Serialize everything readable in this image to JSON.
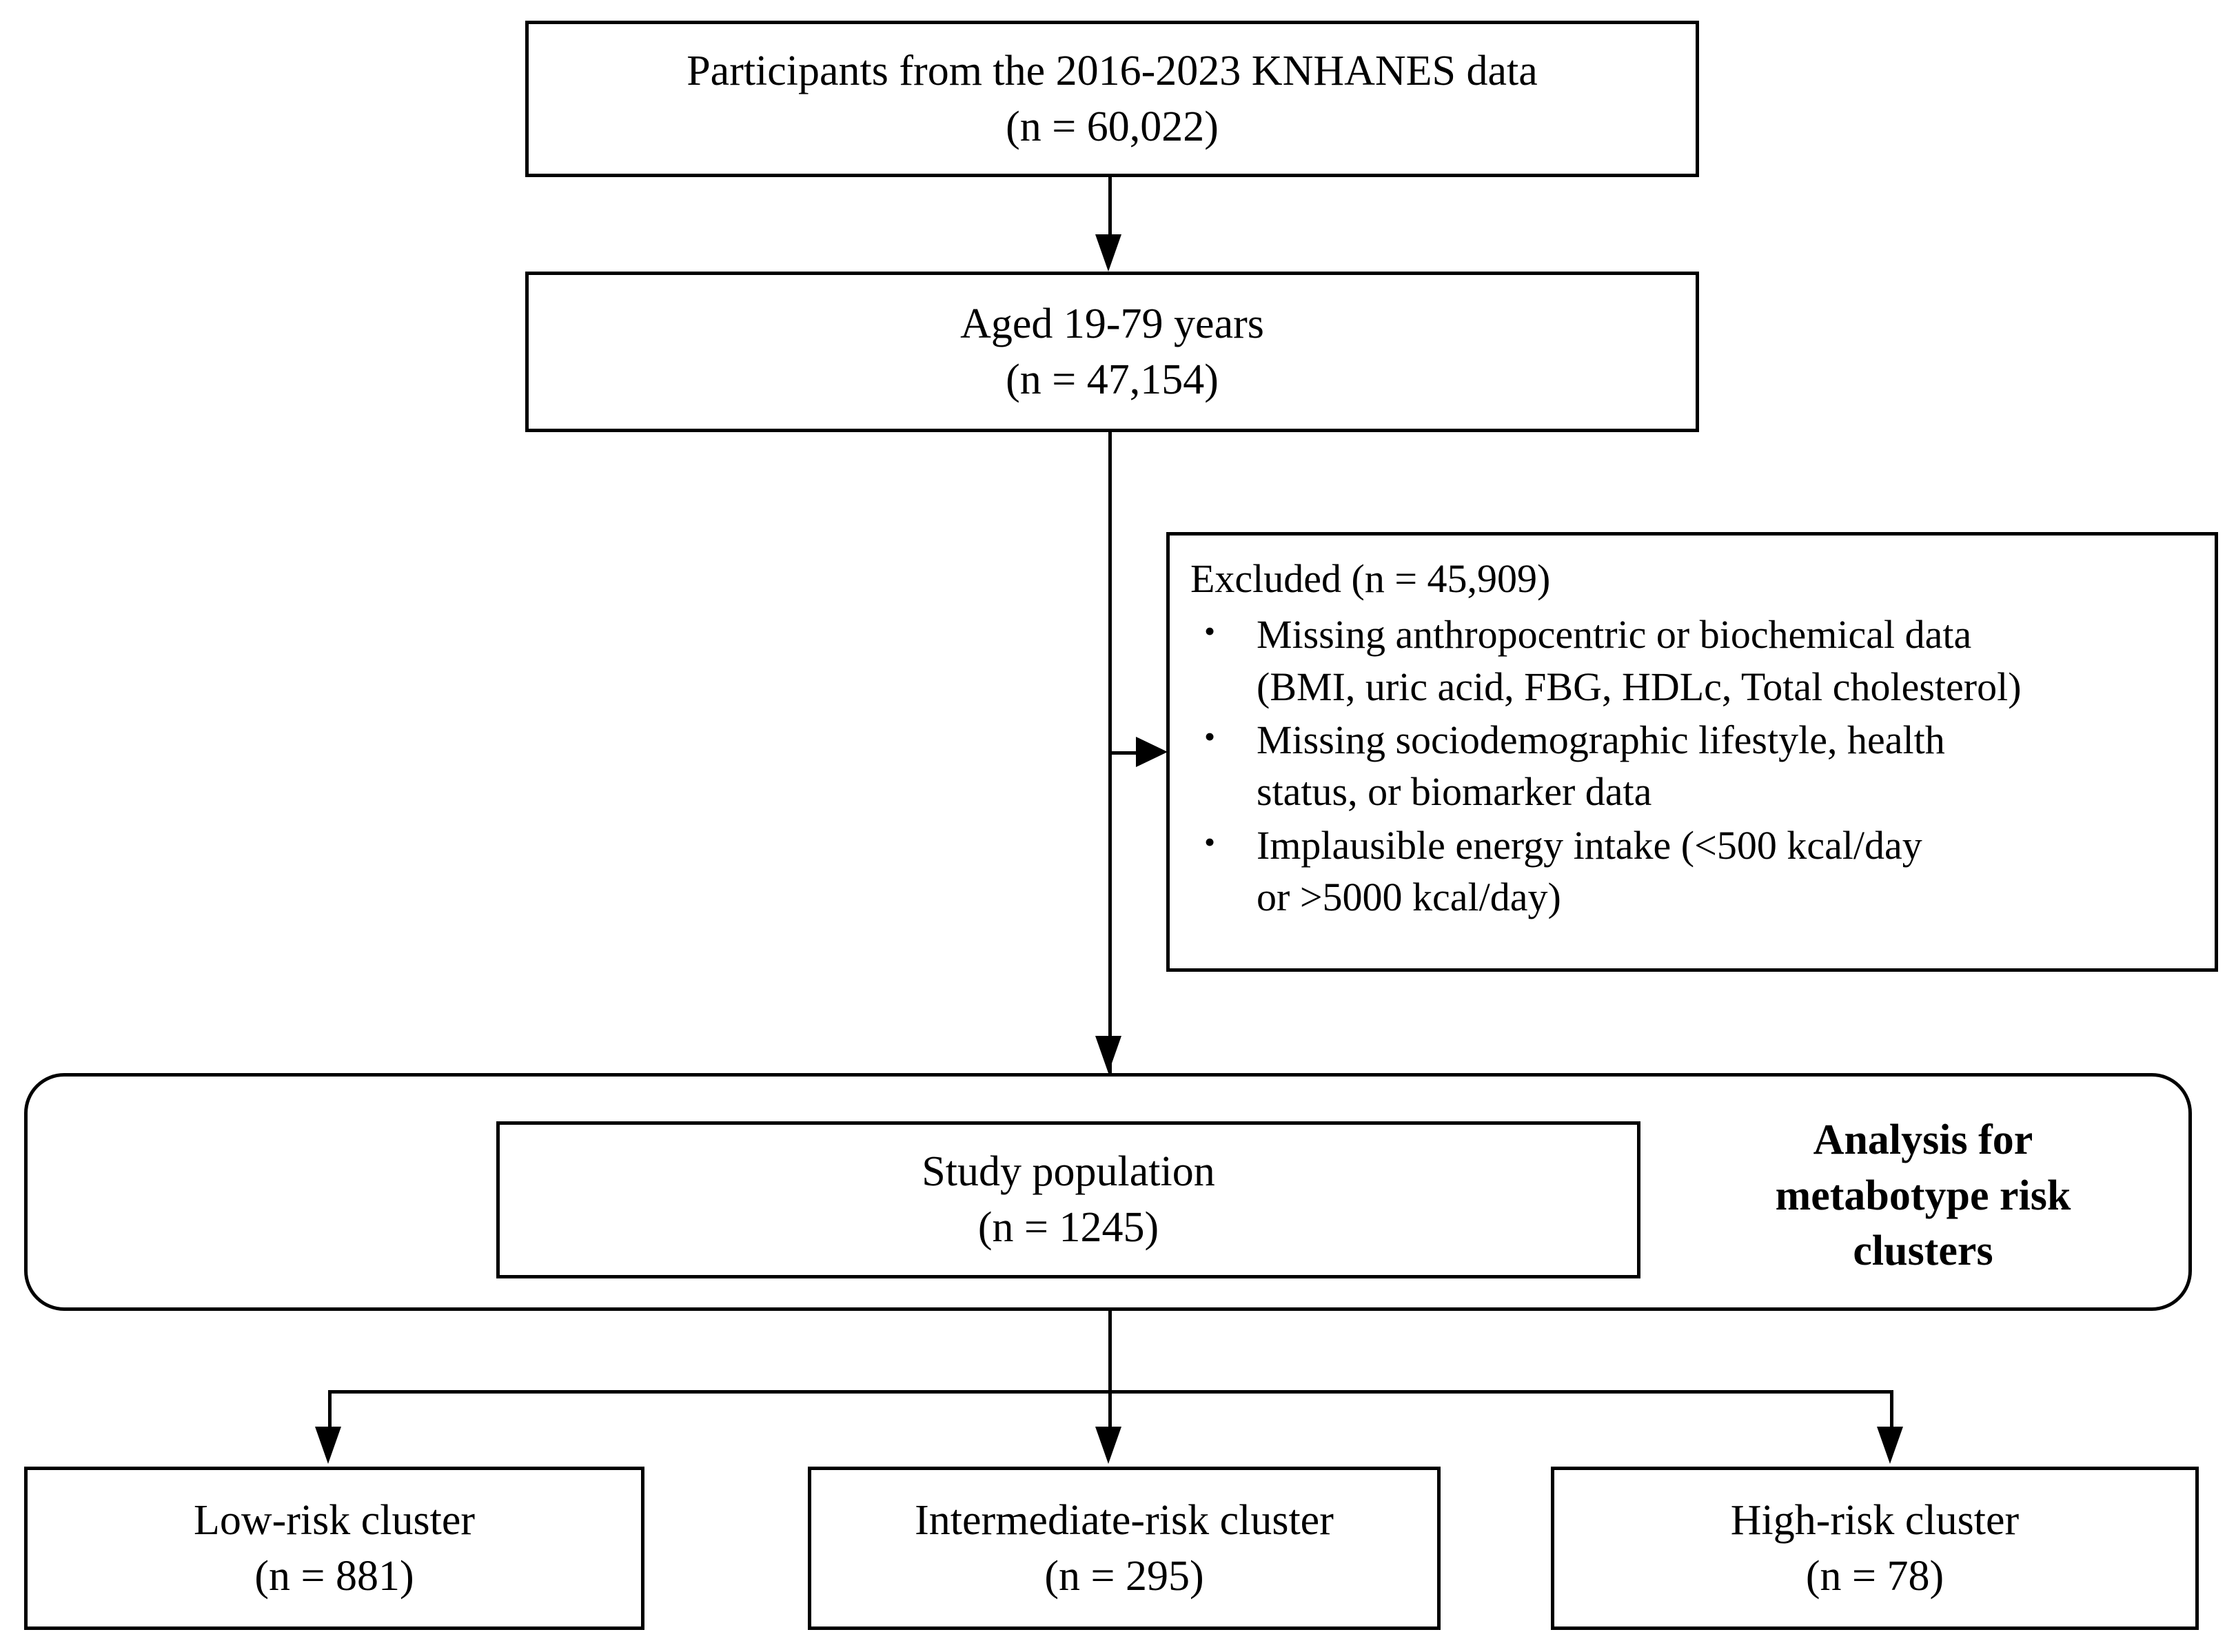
{
  "flow": {
    "participants": {
      "line1": "Participants from the 2016-2023 KNHANES  data",
      "line2": "(n = 60,022)"
    },
    "aged": {
      "line1": "Aged 19-79 years",
      "line2": "(n = 47,154)"
    },
    "excluded": {
      "heading": "Excluded (n = 45,909)",
      "bullet_char": "•",
      "items": [
        {
          "line1": "Missing  anthropocentric  or biochemical  data",
          "line2": "(BMI, uric acid, FBG, HDLc, Total cholesterol)"
        },
        {
          "line1": "Missing sociodemographic lifestyle, health",
          "line2": "status, or biomarker data"
        },
        {
          "line1": "Implausible energy intake (<500 kcal/day",
          "line2": "or >5000 kcal/day)"
        }
      ]
    },
    "study_population": {
      "line1": "Study population",
      "line2": "(n = 1245)"
    },
    "analysis_label": {
      "line1": "Analysis  for",
      "line2": "metabotype risk",
      "line3": "clusters"
    },
    "clusters": [
      {
        "name": "Low-risk cluster",
        "count": "(n = 881)"
      },
      {
        "name": "Intermediate-risk cluster",
        "count": "(n = 295)"
      },
      {
        "name": "High-risk cluster",
        "count": "(n = 78)"
      }
    ]
  },
  "style": {
    "stroke_color": "#000000",
    "background_color": "#ffffff"
  }
}
